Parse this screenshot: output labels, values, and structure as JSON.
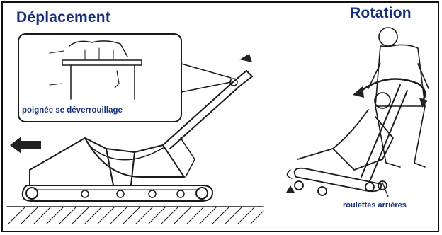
{
  "panels": {
    "left": {
      "title": "Déplacement",
      "callout_label": "poignée se déverrouillage"
    },
    "right": {
      "title": "Rotation",
      "wheel_label": "roulettes arrières"
    }
  },
  "colors": {
    "title": "#17307a",
    "label": "#17307a",
    "line": "#1a1a1a",
    "arrow": "#222222"
  },
  "icons": [
    "left-arrow-icon",
    "up-arrow-icon",
    "curved-arrow-icon"
  ]
}
